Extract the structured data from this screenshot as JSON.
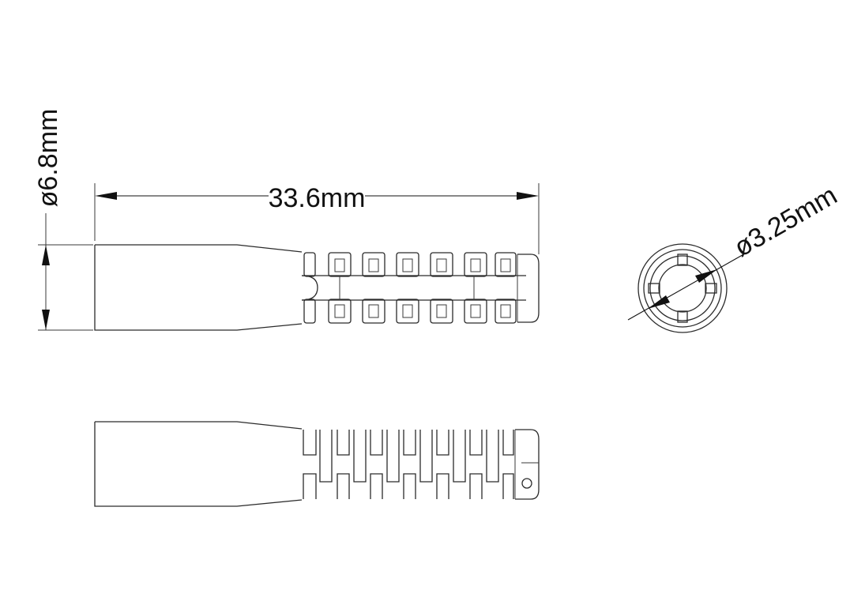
{
  "dimensions": {
    "length": "33.6mm",
    "outer_diameter": "ø6.8mm",
    "inner_diameter": "ø3.25mm"
  },
  "colors": {
    "line": "#2b2b2b",
    "dimension": "#111111",
    "background": "#ffffff"
  }
}
